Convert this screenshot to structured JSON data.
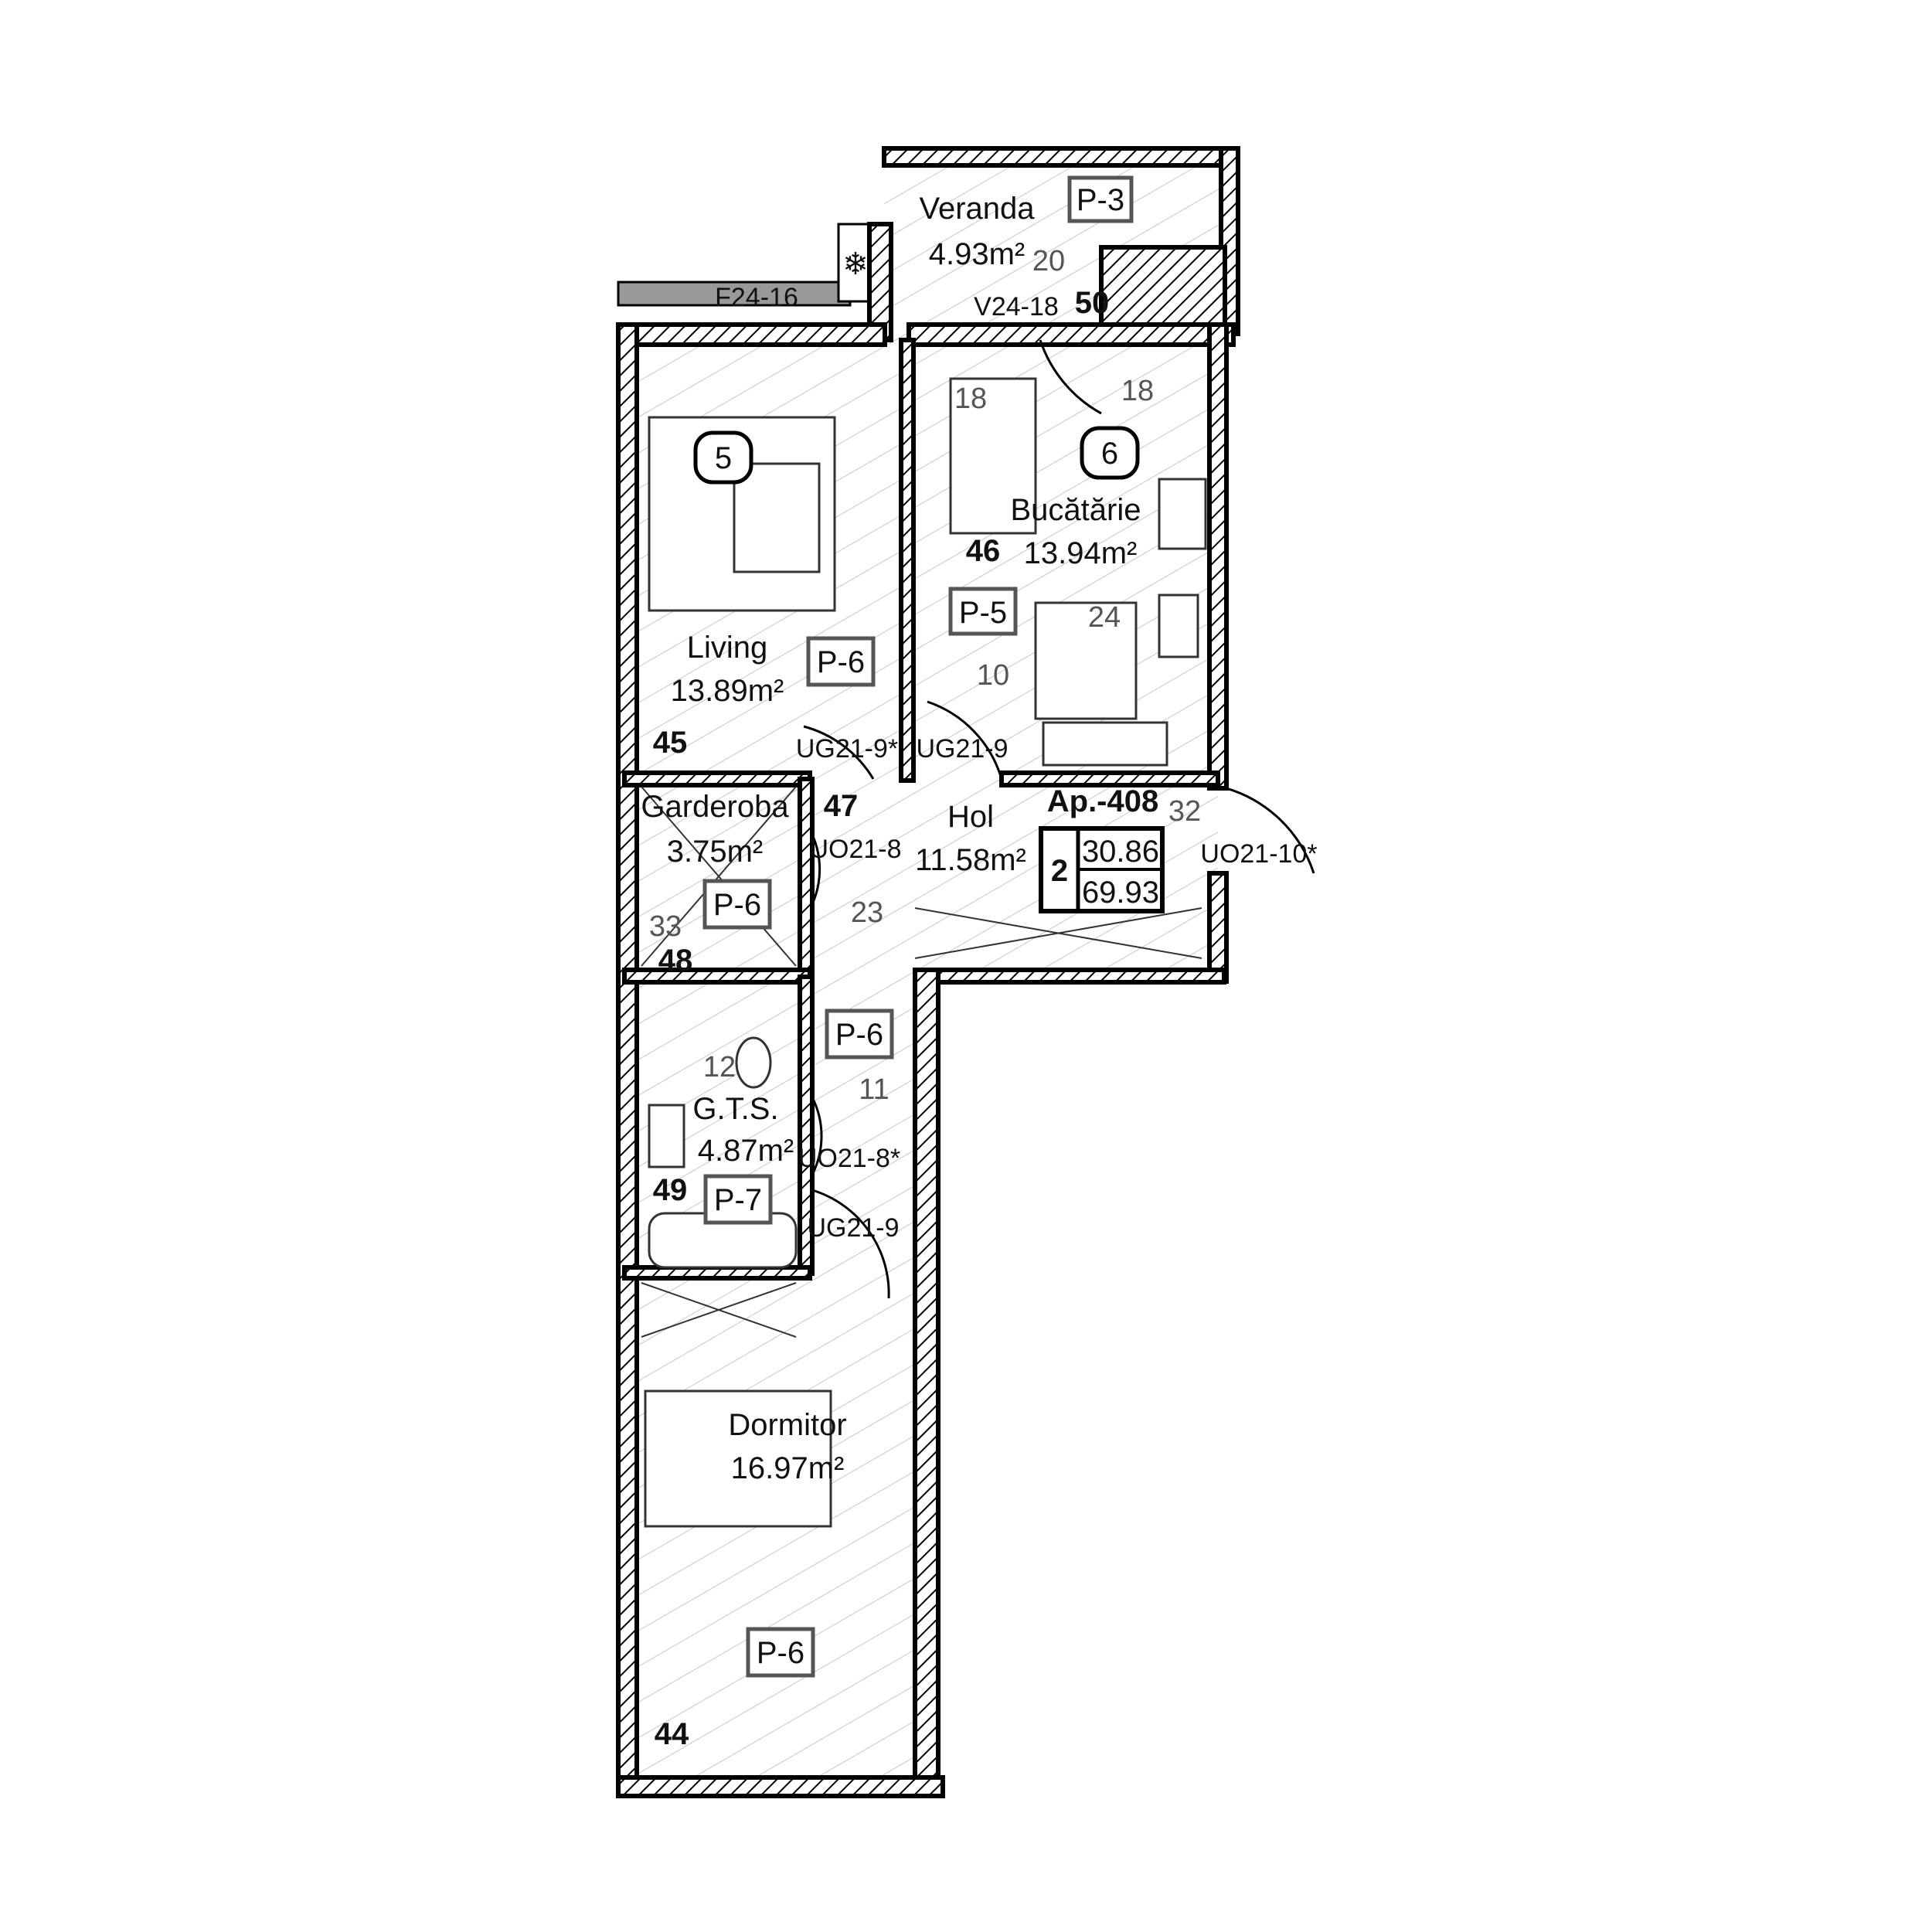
{
  "rooms": {
    "veranda": {
      "name": "Veranda",
      "area": "4.93m²",
      "number": "50",
      "finish": "P-3"
    },
    "kitchen": {
      "name": "Bucătărie",
      "area": "13.94m²",
      "number": "46",
      "finish": "P-5",
      "marker": "6"
    },
    "living": {
      "name": "Living",
      "area": "13.89m²",
      "number": "45",
      "finish": "P-6",
      "marker": "5"
    },
    "wardrobe": {
      "name": "Garderoba",
      "area": "3.75m²",
      "number": "48",
      "finish": "P-6"
    },
    "hall": {
      "name": "Hol",
      "area": "11.58m²",
      "number": "47",
      "finish": "P-6"
    },
    "bathroom": {
      "name": "G.T.S.",
      "area": "4.87m²",
      "number": "49",
      "finish": "P-7"
    },
    "bedroom": {
      "name": "Dormitor",
      "area": "16.97m²",
      "number": "44",
      "finish": "P-6"
    }
  },
  "apartment": {
    "label": "Ap.-408",
    "rooms": "2",
    "living_area": "30.86",
    "total_area": "69.93"
  },
  "openings": {
    "window_living": "F24-16",
    "door_veranda": "V24-18",
    "door_living": "UG21-9*",
    "door_kitchen": "UG21-9",
    "door_wardrobe": "UO21-8",
    "door_entrance": "UO21-10*",
    "door_bathroom": "UO21-8*",
    "door_bedroom": "UG21-9"
  },
  "callouts": [
    "20",
    "18",
    "18",
    "24",
    "10",
    "32",
    "23",
    "33",
    "12",
    "11"
  ]
}
